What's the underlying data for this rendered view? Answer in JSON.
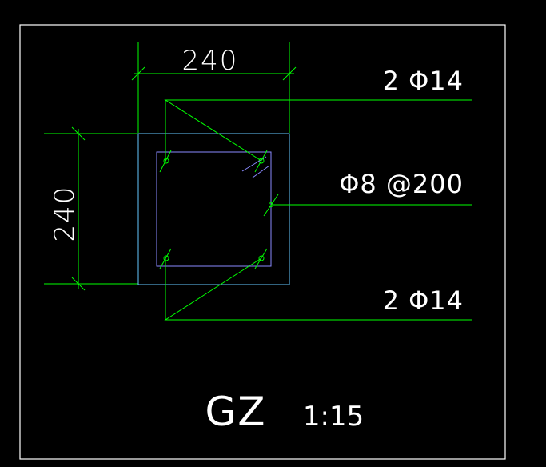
{
  "drawing": {
    "dim_top": "240",
    "dim_left": "240",
    "rebar_top": "2 Φ14",
    "stirrup": "Φ8 @200",
    "rebar_bottom": "2 Φ14",
    "title": "GZ",
    "scale": "1:15",
    "colors": {
      "background": "#000000",
      "border": "#ffffff",
      "dimension": "#00ff00",
      "leader": "#00ff00",
      "section_outline": "#64c8ff",
      "stirrup_outline": "#8a8aff",
      "rebar": "#00ff00",
      "text": "#ffffff"
    }
  }
}
